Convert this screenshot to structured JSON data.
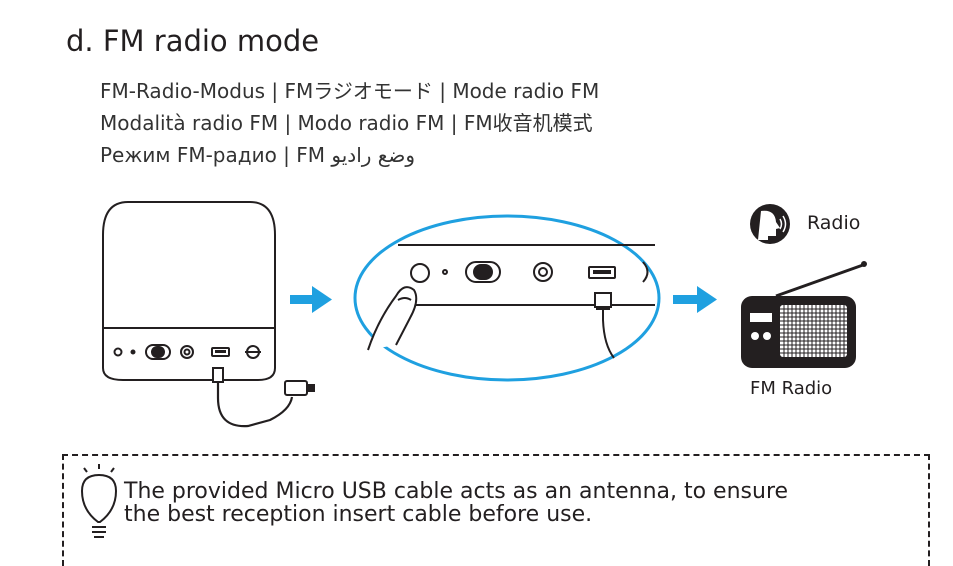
{
  "heading": "d. FM radio mode",
  "translations": [
    "FM-Radio-Modus  |  FMラジオモード  |  Mode radio FM",
    "Modalità radio FM  |  Modo radio FM  |  FM收音机模式"
  ],
  "translation_ru": "Режим FM-радио  |  FM ",
  "translation_ar": "وضع راديو",
  "radio_label": "Radio",
  "fm_radio_label": "FM Radio",
  "note": {
    "line1": "The provided Micro USB cable acts as an antenna, to ensure",
    "line2": "the best reception insert cable before use."
  },
  "colors": {
    "arrow": "#1fa0e0",
    "text": "#231f20"
  },
  "icons": [
    "speaker-device-icon",
    "arrow-right-icon",
    "zoom-panel-icon",
    "radio-icon",
    "speaking-head-icon",
    "lightbulb-icon"
  ]
}
